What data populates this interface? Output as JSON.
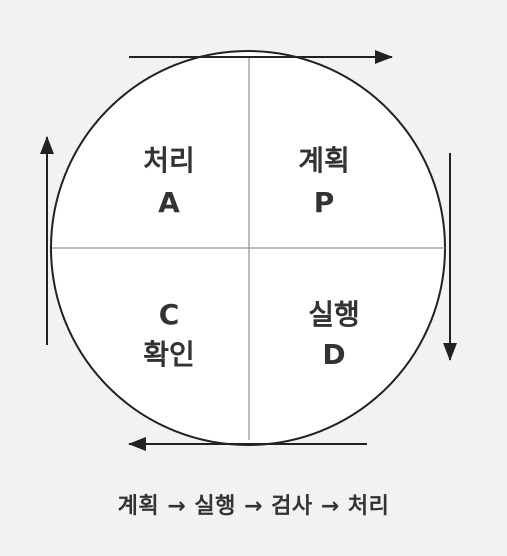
{
  "quadrants": {
    "top_left": {
      "line1": "처리",
      "line2": "A"
    },
    "top_right": {
      "line1": "계획",
      "line2": "P"
    },
    "bottom_left": {
      "line1": "C",
      "line2": "확인"
    },
    "bottom_right": {
      "line1": "실행",
      "line2": "D"
    }
  },
  "caption": "계획 → 실행 → 검사 → 처리",
  "colors": {
    "background": "#f2f2f2",
    "circle_fill": "#ffffff",
    "outline": "#222222",
    "divider": "#999999",
    "text": "#333333"
  }
}
